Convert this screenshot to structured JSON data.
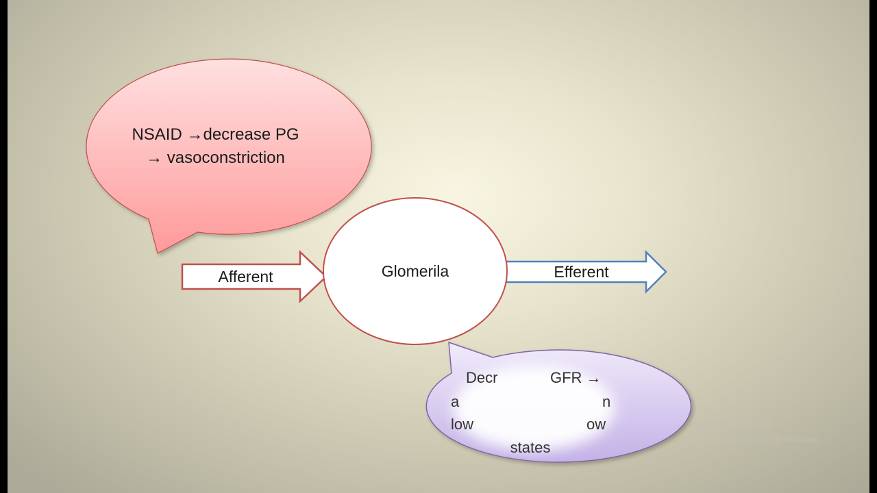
{
  "callout_top": {
    "line1": "NSAID →decrease PG",
    "line2": "→ vasoconstriction"
  },
  "arrow_left": {
    "label": "Afferent"
  },
  "center_node": {
    "label": "Glomerila"
  },
  "arrow_right": {
    "label": "Efferent"
  },
  "callout_bottom": {
    "line1": "Decr",
    "line1_end": "GFR →",
    "line2_start": "a",
    "line2_end": "n",
    "line3_start": "low",
    "line3_end": "ow",
    "line4": "states"
  },
  "watermark": {
    "title": "Activate Windows",
    "subtitle": "Go to Settings to activate Windows."
  },
  "colors": {
    "callout_top_fill_top": "#ffe0e0",
    "callout_top_fill_bottom": "#ff9a9a",
    "callout_top_stroke": "#c0504d",
    "circle_stroke": "#c0504d",
    "arrow_left_stroke": "#c0504d",
    "arrow_right_stroke": "#4f81bd",
    "callout_bottom_fill_top": "#f1ebfb",
    "callout_bottom_fill_bottom": "#c3b1e6",
    "callout_bottom_stroke": "#8064a2"
  }
}
